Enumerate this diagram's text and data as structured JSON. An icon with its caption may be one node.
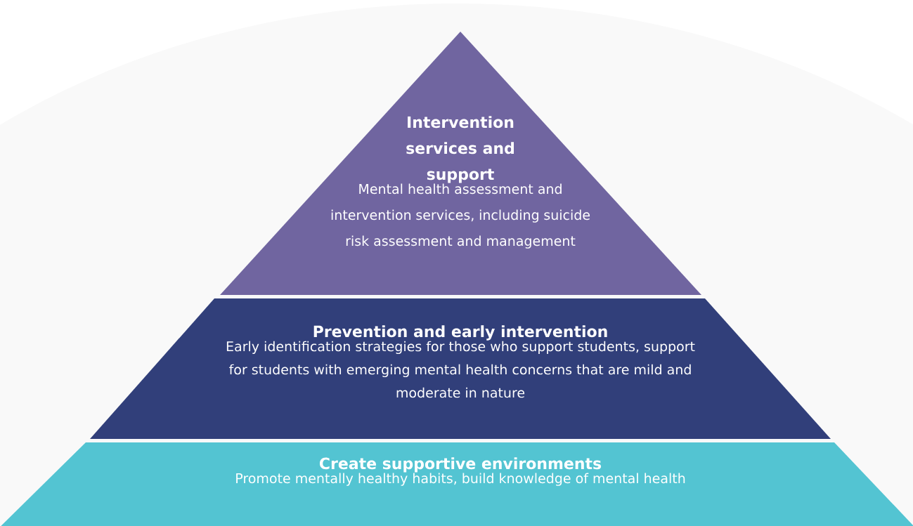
{
  "diagram": {
    "nodes": [
      {
        "text": [
          "Intervention services and support",
          "Mental health assessment and intervention services, including suicide risk assessment and management"
        ]
      },
      {
        "text": [
          "Prevention and early intervention",
          "Early identification strategies for those who support students, support for students with emerging mental health concerns that are mild and moderate in nature"
        ]
      },
      {
        "text": [
          "Create supportive environments",
          "Promote mentally healthy habits, build knowledge of mental health"
        ]
      }
    ]
  }
}
